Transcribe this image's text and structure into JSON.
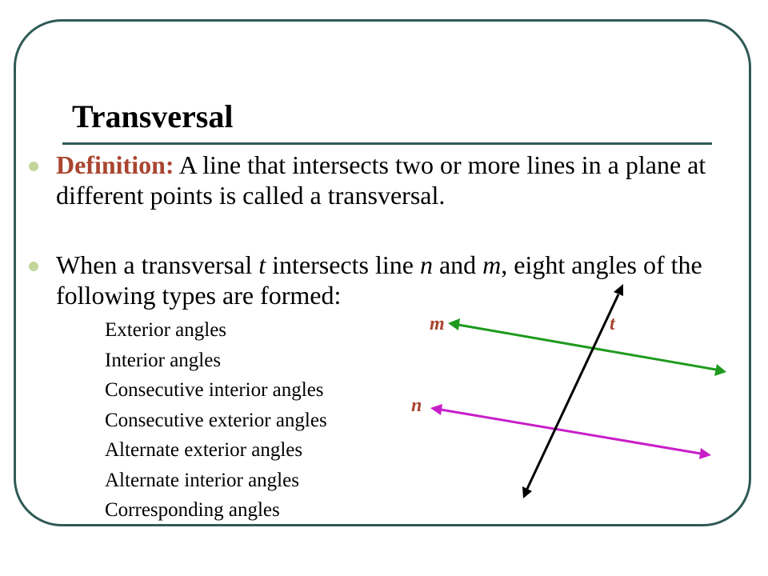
{
  "slide": {
    "title": "Transversal"
  },
  "bullets": [
    {
      "label": "Definition:",
      "text": "A line that intersects two or more lines in a plane at different points is called a transversal."
    },
    {
      "parts": [
        "When a transversal ",
        "t",
        " intersects line ",
        "n",
        " and ",
        "m",
        ", eight angles of the following types are formed:"
      ]
    }
  ],
  "angle_types": [
    "Exterior angles",
    "Interior angles",
    "Consecutive interior angles",
    "Consecutive exterior angles",
    "Alternate exterior angles",
    "Alternate interior angles",
    "Corresponding angles"
  ],
  "diagram": {
    "labels": {
      "m": "m",
      "n": "n",
      "t": "t"
    },
    "colors": {
      "frame": "#2f5a56",
      "bullet": "#c3d59b",
      "definition_label": "#a94530",
      "line_m": "#1e9a1e",
      "line_n": "#c81ec8",
      "line_t": "#000000",
      "label_m": "#a94530",
      "label_n": "#a94530",
      "label_t": "#a94530"
    }
  }
}
